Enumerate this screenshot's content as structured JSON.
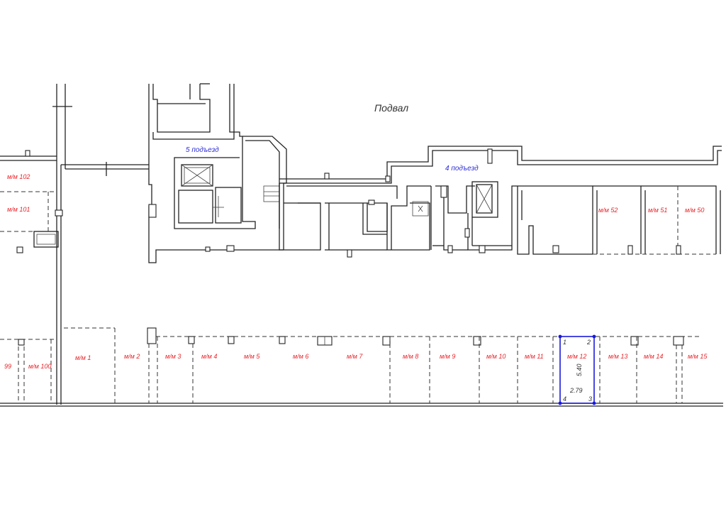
{
  "title": "Подвал",
  "entrances": [
    "5 подъезд",
    "4 подъезд"
  ],
  "top_spots": [
    "м/м 102",
    "м/м 101",
    "м/м 52",
    "м/м 51",
    "м/м 50"
  ],
  "bottom_spots": [
    "99",
    "м/м 100",
    "м/м 1",
    "м/м 2",
    "м/м 3",
    "м/м 4",
    "м/м 5",
    "м/м 6",
    "м/м 7",
    "м/м 8",
    "м/м 9",
    "м/м 10",
    "м/м 11",
    "м/м 12",
    "м/м 13",
    "м/м 14",
    "м/м 15"
  ],
  "selected_spot": {
    "label": "м/м 12",
    "length": "5.40",
    "width": "2.79",
    "corners": [
      "1",
      "2",
      "3",
      "4"
    ]
  },
  "colors": {
    "spot_labels": "#e8242a",
    "entrance_labels": "#2a2ad8",
    "selection": "#1a1adc",
    "walls": "#222222"
  }
}
